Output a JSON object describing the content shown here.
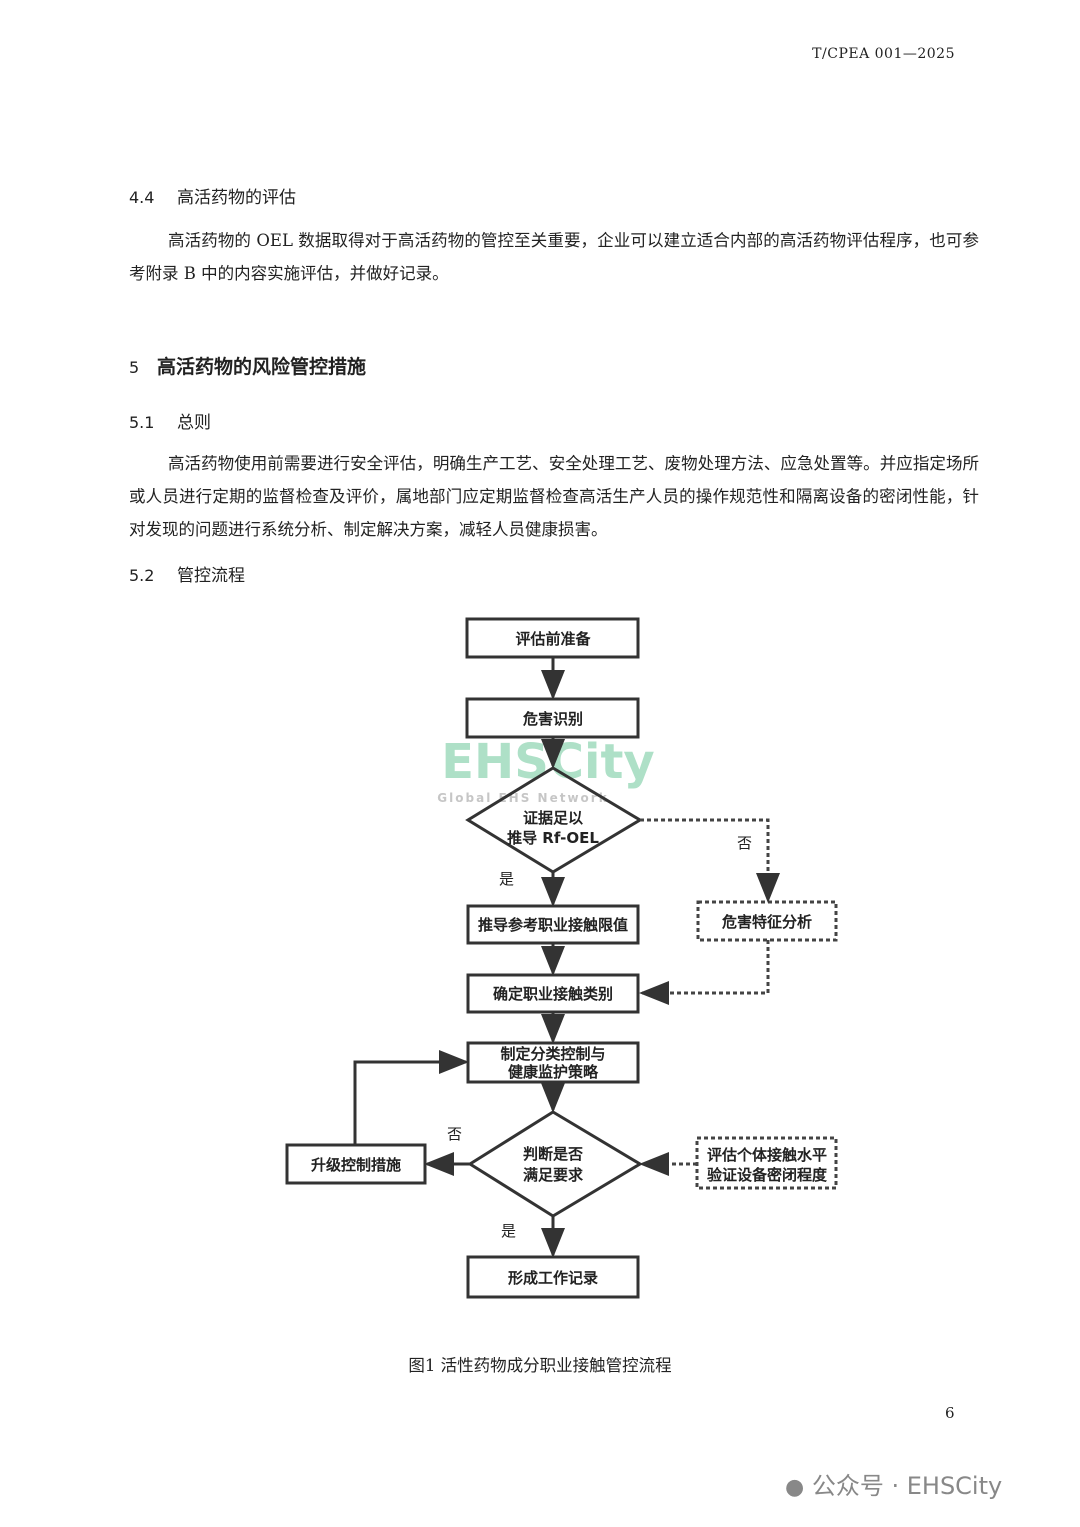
{
  "header": {
    "doc_id": "T/CPEA  001—2025"
  },
  "s44": {
    "num": "4.4",
    "title": "高活药物的评估",
    "para": "高活药物的 OEL 数据取得对于高活药物的管控至关重要，企业可以建立适合内部的高活药物评估程序，也可参考附录 B 中的内容实施评估，并做好记录。"
  },
  "s5": {
    "num": "5",
    "title": "高活药物的风险管控措施"
  },
  "s51": {
    "num": "5.1",
    "title": "总则",
    "para": "高活药物使用前需要进行安全评估，明确生产工艺、安全处理工艺、废物处理方法、应急处置等。并应指定场所或人员进行定期的监督检查及评价，属地部门应定期监督检查高活生产人员的操作规范性和隔离设备的密闭性能，针对发现的问题进行系统分析、制定解决方案，减轻人员健康损害。"
  },
  "s52": {
    "num": "5.2",
    "title": "管控流程"
  },
  "flow": {
    "n1": "评估前准备",
    "n2": "危害识别",
    "d1a": "证据足以",
    "d1b": "推导  Rf-OEL",
    "n3": "推导参考职业接触限值",
    "side1": "危害特征分析",
    "n4": "确定职业接触类别",
    "n5a": "制定分类控制与",
    "n5b": "健康监护策略",
    "d2a": "判断是否",
    "d2b": "满足要求",
    "esc": "升级控制措施",
    "side2a": "评估个体接触水平",
    "side2b": "验证设备密闭程度",
    "n6": "形成工作记录",
    "yes": "是",
    "no": "否"
  },
  "watermark": {
    "brand": "EHSCity",
    "tagline": "Global EHS Network"
  },
  "caption": "图1    活性药物成分职业接触管控流程",
  "page_number": "6",
  "footer": "公众号 · EHSCity"
}
